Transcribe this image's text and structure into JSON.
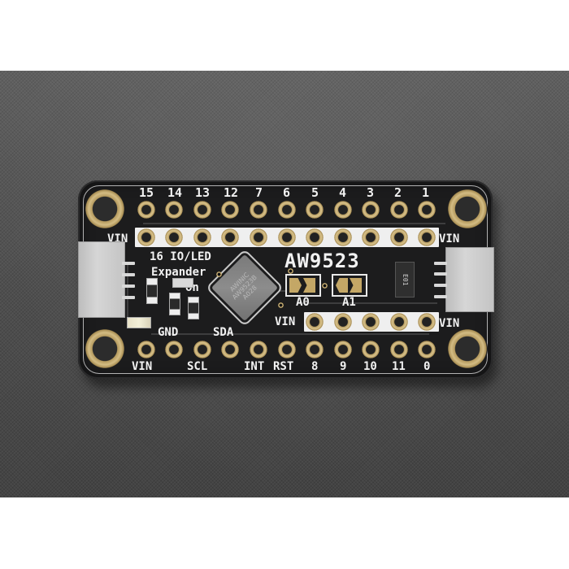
{
  "scene": {
    "description": "Product photo of a PCB breakout board on a dark textured surface",
    "background_color": "#4b4b4b",
    "board_color": "#1c1c1d",
    "pad_color": "#c9ae6e"
  },
  "board": {
    "title": "AW9523",
    "subtitle_line1": "16 IO/LED",
    "subtitle_line2": "Expander",
    "on_label": "on",
    "chip_marking": [
      "AWINIC",
      "AW9523B",
      "A028"
    ],
    "sot_marking": "E01",
    "top_row_labels": [
      "15",
      "14",
      "13",
      "12",
      "7",
      "6",
      "5",
      "4",
      "3",
      "2",
      "1"
    ],
    "vin_left_top": "VIN",
    "vin_right_top": "VIN",
    "vin_left_bottom": "VIN",
    "vin_right_bottom": "VIN",
    "vin_mid": "VIN",
    "jumpers": [
      "A0",
      "A1"
    ],
    "left_mid_labels": [
      "GND",
      "SDA"
    ],
    "bottom_row_labels": [
      "VIN",
      "SCL",
      "INT",
      "RST",
      "8",
      "9",
      "10",
      "11",
      "0"
    ]
  }
}
